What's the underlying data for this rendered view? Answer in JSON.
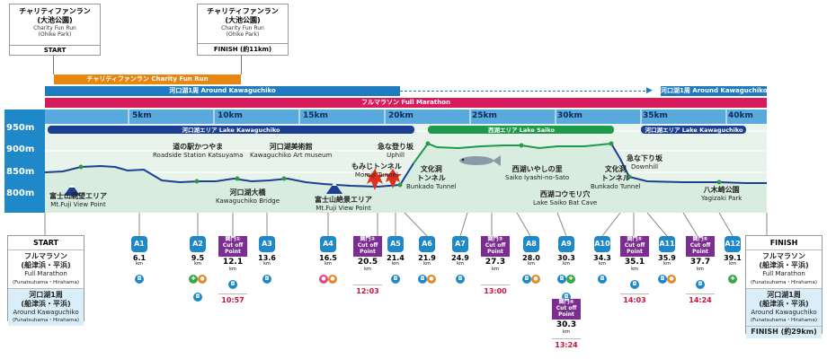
{
  "charity": {
    "start_box": {
      "jp1": "チャリティファンラン",
      "jp2": "(大池公園)",
      "en1": "Charity Fun Run",
      "en2": "(Ohike Park)",
      "foot": "START"
    },
    "finish_box": {
      "jp1": "チャリティファンラン",
      "jp2": "(大池公園)",
      "en1": "Charity Fun Run",
      "en2": "(Ohike Park)",
      "foot": "FINISH (約11km)"
    },
    "bar_label": "チャリティファンラン Charity Fun Run"
  },
  "around_bar": {
    "label": "河口湖1周 Around Kawaguchiko",
    "label_right": "河口湖1周 Around Kawaguchiko"
  },
  "full_bar": {
    "label": "フルマラソン Full Marathon"
  },
  "km_marks": [
    "5km",
    "10km",
    "15km",
    "20km",
    "25km",
    "30km",
    "35km",
    "40km"
  ],
  "elev_labels": [
    "950m",
    "900m",
    "850m",
    "800m"
  ],
  "areas": {
    "kawa1": "河口湖エリア Lake Kawaguchiko",
    "saiko": "西湖エリア Lake Saiko",
    "kawa2": "河口湖エリア Lake Kawaguchiko"
  },
  "landmarks": {
    "fuji_view": {
      "jp": "富士山眺望エリア",
      "en": "Mt.Fuji View Point"
    },
    "katsuyama": {
      "jp": "道の駅かつやま",
      "en": "Roadside Station Katsuyama"
    },
    "bridge": {
      "jp": "河口湖大橋",
      "en": "Kawaguchiko Bridge"
    },
    "museum": {
      "jp": "河口湖美術館",
      "en": "Kawaguchiko Art museum"
    },
    "zekkei": {
      "jp": "富士山絶景エリア",
      "en": "Mt.Fuji View Point"
    },
    "momiji": {
      "jp": "もみじトンネル",
      "en": "Momiji Tunnel"
    },
    "uphill": {
      "jp": "急な登り坂",
      "en": "Uphill"
    },
    "bunka1": {
      "jp1": "文化洞",
      "jp2": "トンネル",
      "en": "Bunkado Tunnel"
    },
    "iyashi": {
      "jp": "西湖いやしの里",
      "en": "Saiko Iyashi-no-Sato"
    },
    "koumori": {
      "jp": "西湖コウモリ穴",
      "en": "Lake Saiko Bat Cave"
    },
    "bunka2": {
      "jp1": "文化洞",
      "jp2": "トンネル",
      "en": "Bunkado Tunnel"
    },
    "downhill": {
      "jp": "急な下り坂",
      "en": "Downhill"
    },
    "yagizaki": {
      "jp": "八木崎公園",
      "en": "Yagizaki Park"
    }
  },
  "start_panel": {
    "title": "START",
    "full_jp1": "フルマラソン",
    "full_jp2": "(船津浜・平浜)",
    "full_en1": "Full Marathon",
    "full_en2": "(Funatsuhama・Hirahama)",
    "around_jp1": "河口湖1周",
    "around_jp2": "(船津浜・平浜)",
    "around_en1": "Around Kawaguchiko",
    "around_en2": "(Funatsuhama・Hirahama)"
  },
  "finish_panel": {
    "title": "FINISH",
    "full_jp1": "フルマラソン",
    "full_jp2": "(船津浜・平浜)",
    "full_en1": "Full Marathon",
    "full_en2": "(Funatsuhama・Hirahama)",
    "around_jp1": "河口湖1周",
    "around_jp2": "(船津浜・平浜)",
    "around_en1": "Around Kawaguchiko",
    "around_en2": "(Funatsuhama・Hirahama)",
    "around_finish": "FINISH (約29km)"
  },
  "unit": "km",
  "aid_stations": [
    {
      "id": "A1",
      "km": "6.1"
    },
    {
      "id": "A2",
      "km": "9.5"
    },
    {
      "id": "A3",
      "km": "13.6"
    },
    {
      "id": "A4",
      "km": "16.5"
    },
    {
      "id": "A5",
      "km": "21.4"
    },
    {
      "id": "A6",
      "km": "21.9"
    },
    {
      "id": "A7",
      "km": "24.9"
    },
    {
      "id": "A8",
      "km": "28.0"
    },
    {
      "id": "A9",
      "km": "30.3"
    },
    {
      "id": "A10",
      "km": "34.3"
    },
    {
      "id": "A11",
      "km": "35.9"
    },
    {
      "id": "A12",
      "km": "39.1"
    }
  ],
  "cutoffs": [
    {
      "title": "関門①",
      "sub": "Cut off Point",
      "km": "12.1",
      "time": "10:57"
    },
    {
      "title": "関門②",
      "sub": "Cut off Point",
      "km": "20.5",
      "time": "12:03"
    },
    {
      "title": "関門③",
      "sub": "Cut off Point",
      "km": "27.3",
      "time": "13:00"
    },
    {
      "title": "関門④",
      "sub": "Cut off Point",
      "km": "30.3",
      "time": "13:24"
    },
    {
      "title": "関門⑤",
      "sub": "Cut off Point",
      "km": "35.1",
      "time": "14:03"
    },
    {
      "title": "関門⑥",
      "sub": "Cut off Point",
      "km": "37.7",
      "time": "14:24"
    }
  ],
  "colors": {
    "charity": "#e8870f",
    "around": "#1f7bbf",
    "full": "#d81b5d",
    "area": "#1a3f93",
    "saiko": "#1e9a4a",
    "cutoff": "#7b2d91",
    "time": "#d0103a"
  }
}
